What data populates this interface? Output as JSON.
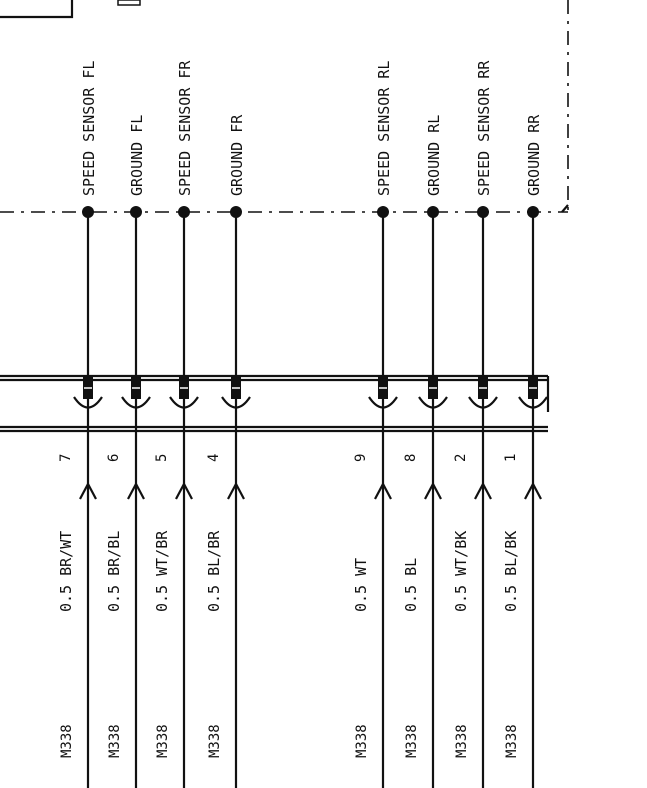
{
  "diagram": {
    "pins": [
      {
        "label": "SPEED SENSOR FL",
        "pin": "7",
        "wire": "0.5 BR/WT",
        "connector": "M338"
      },
      {
        "label": "GROUND FL",
        "pin": "6",
        "wire": "0.5 BR/BL",
        "connector": "M338"
      },
      {
        "label": "SPEED SENSOR FR",
        "pin": "5",
        "wire": "0.5 WT/BR",
        "connector": "M338"
      },
      {
        "label": "GROUND FR",
        "pin": "4",
        "wire": "0.5 BL/BR",
        "connector": "M338"
      },
      {
        "label": "SPEED SENSOR RL",
        "pin": "9",
        "wire": "0.5 WT",
        "connector": "M338"
      },
      {
        "label": "GROUND RL",
        "pin": "8",
        "wire": "0.5 BL",
        "connector": "M338"
      },
      {
        "label": "SPEED SENSOR RR",
        "pin": "2",
        "wire": "0.5 WT/BK",
        "connector": "M338"
      },
      {
        "label": "GROUND RR",
        "pin": "1",
        "wire": "0.5 BL/BK",
        "connector": "M338"
      }
    ]
  }
}
